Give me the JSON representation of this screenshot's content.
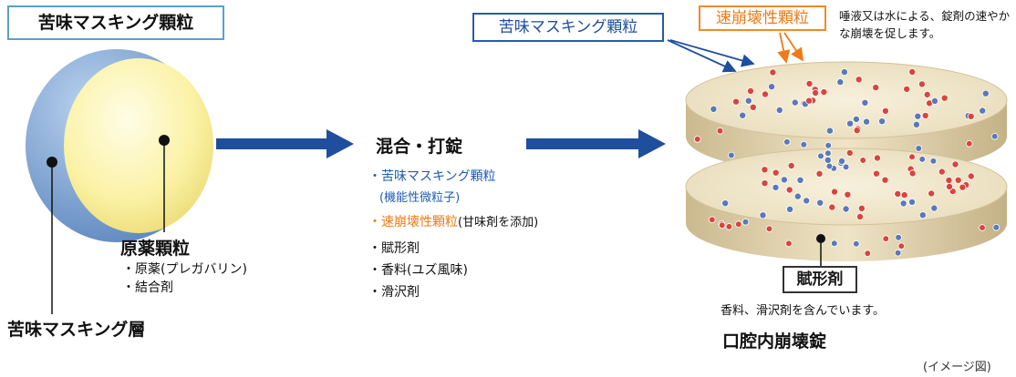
{
  "title": "苦味マスキング顆粒",
  "granule": {
    "core_label": "原薬顆粒",
    "core_items": [
      "・原薬(プレガバリン)",
      "・結合剤"
    ],
    "layer_label": "苦味マスキング層"
  },
  "process": {
    "heading": "混合・打錠",
    "items": [
      {
        "text": "・苦味マスキング顆粒",
        "color": "blue"
      },
      {
        "text": "(機能性微粒子)",
        "color": "blue",
        "indent": true
      },
      {
        "text": "・速崩壊性顆粒",
        "suffix": "(甘味剤を添加)",
        "color": "orange"
      },
      {
        "text": "・賦形剤",
        "color": "black"
      },
      {
        "text": "・香料(ユズ風味)",
        "color": "black"
      },
      {
        "text": "・滑沢剤",
        "color": "black"
      }
    ]
  },
  "tablet": {
    "label_masking": "苦味マスキング顆粒",
    "label_fast": "速崩壊性顆粒",
    "note_fast": "唾液又は水による、錠剤の速やかな崩壊を促します。",
    "excipient_label": "賦形剤",
    "excipient_note": "香料、滑沢剤を含んでいます。",
    "name": "口腔内崩壊錠"
  },
  "caption": "(イメージ図)",
  "colors": {
    "blue": "#1f5bb0",
    "orange": "#ef7a16",
    "arrow": "#1f4e9c",
    "tablet_face": "#efe6cf",
    "tablet_side": "#d9c9a3"
  }
}
